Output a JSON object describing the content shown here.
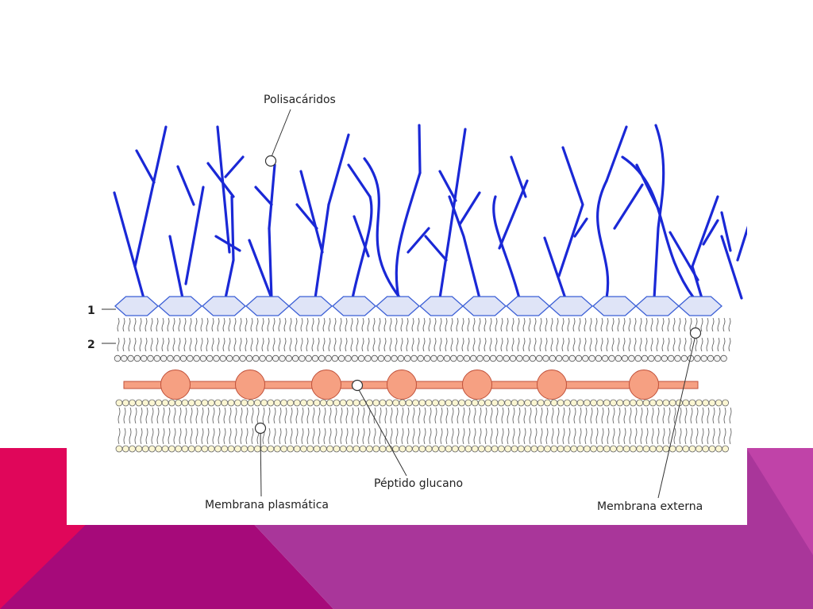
{
  "slide": {
    "background_colors": [
      "#ffffff",
      "#e0065a",
      "#a60a7a",
      "#a9369a",
      "#c043a8"
    ]
  },
  "diagram": {
    "labels": {
      "polysaccharides": "Polisacáridos",
      "layer_1": "1",
      "layer_2": "2",
      "peptidoglycan": "Péptido glucano",
      "plasma_membrane": "Membrana plasmática",
      "outer_membrane": "Membrana externa"
    },
    "colors": {
      "polysaccharide": "#1a28d6",
      "lipopolysaccharide_core": "#dfe4f7",
      "core_outline": "#3b5fd6",
      "lipid_head_outer": "#f4f4f4",
      "lipid_head_plasma": "#fbf6d2",
      "peptidoglycan": "#f6a082",
      "peptidoglycan_outline": "#c0513a"
    }
  }
}
